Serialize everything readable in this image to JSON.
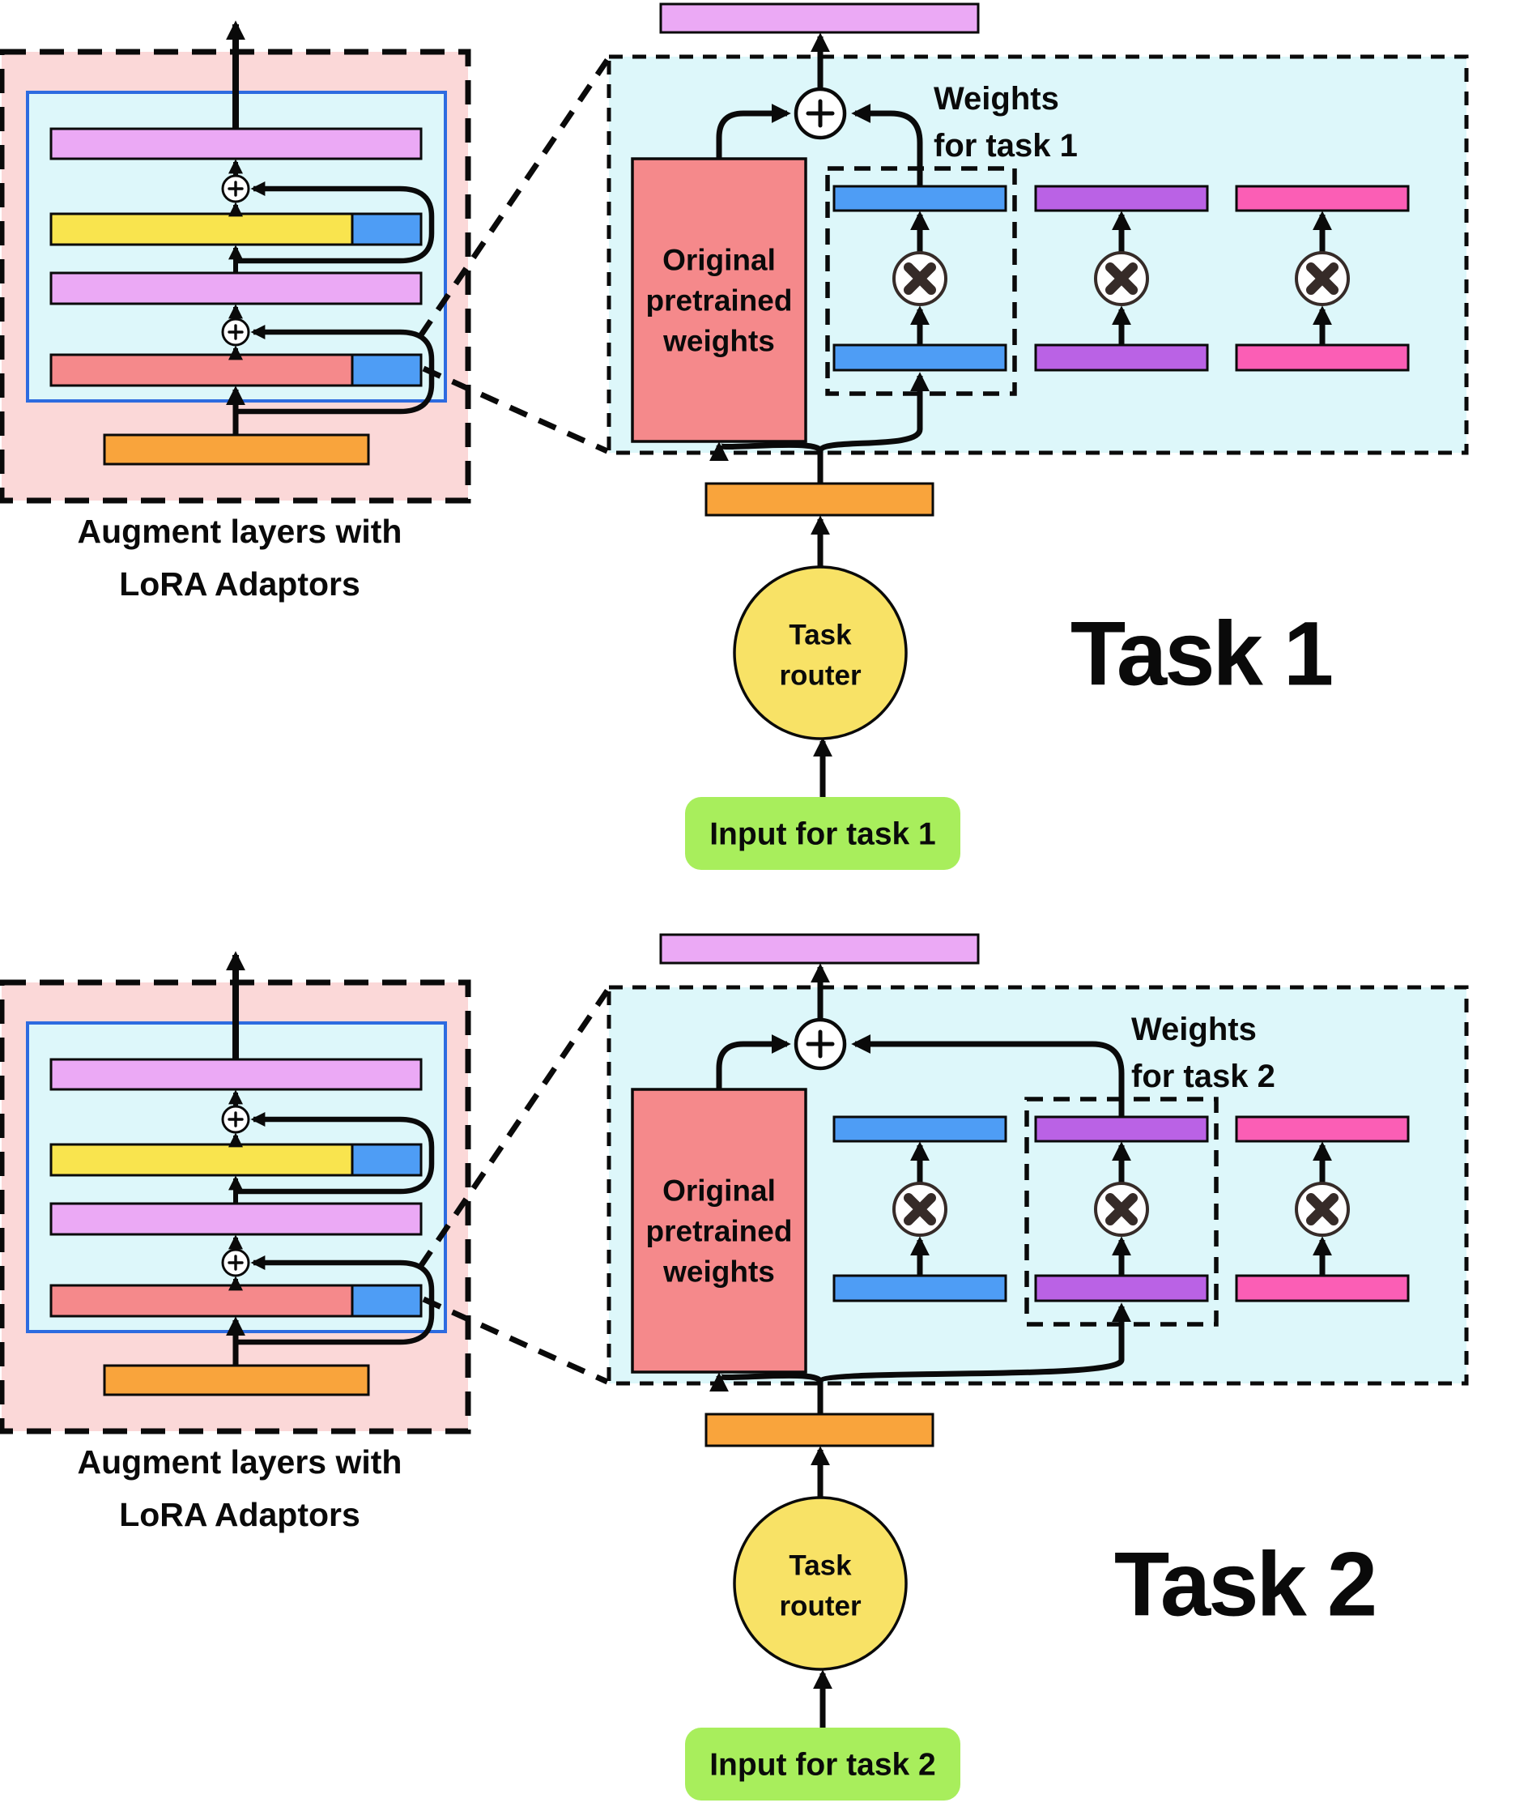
{
  "colors": {
    "line": "#0a0a0a",
    "pink_bg": "#fbd8d8",
    "cyan_bg": "#ddf7fa",
    "blue_border": "#2d6be0",
    "violet_bar": "#eba9f5",
    "yellow_bar": "#f9e44e",
    "blue_bar": "#4e9df5",
    "salmon": "#f5898b",
    "orange_bar": "#f9a43c",
    "purple_bar": "#ba62e5",
    "hotpink_bar": "#fb5eb5",
    "router_yellow": "#f8e266",
    "input_green": "#a8ee5c",
    "x_glyph": "#362b28"
  },
  "sections": [
    {
      "caption_line1": "Augment layers with",
      "caption_line2": "LoRA Adaptors",
      "weights_line1": "Weights",
      "weights_line2": "for task 1",
      "pretrained_line1": "Original",
      "pretrained_line2": "pretrained",
      "pretrained_line3": "weights",
      "router_line1": "Task",
      "router_line2": "router",
      "input_label": "Input for task 1",
      "task_label": "Task 1"
    },
    {
      "caption_line1": "Augment layers with",
      "caption_line2": "LoRA Adaptors",
      "weights_line1": "Weights",
      "weights_line2": "for task 2",
      "pretrained_line1": "Original",
      "pretrained_line2": "pretrained",
      "pretrained_line3": "weights",
      "router_line1": "Task",
      "router_line2": "router",
      "input_label": "Input for task 2",
      "task_label": "Task 2"
    }
  ]
}
